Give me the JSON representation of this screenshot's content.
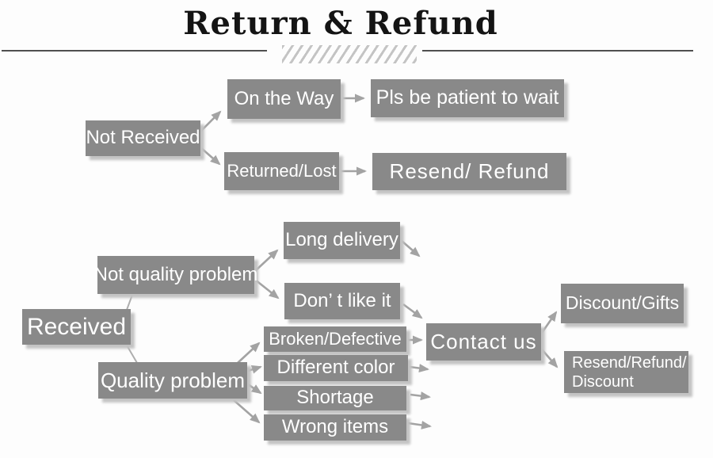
{
  "title": "Return & Refund",
  "colors": {
    "box_fill": "#898989",
    "box_text": "#ffffff",
    "box_shadow": "#c3c3c3",
    "arrow": "#a3a3a3",
    "title_text": "#141414",
    "divider": "#4f4f4f",
    "hatch": "#c4c4c4",
    "background": "#fdfdfd"
  },
  "nodes": {
    "not_received": {
      "label": "Not Received"
    },
    "on_the_way": {
      "label": "On the Way"
    },
    "pls_wait": {
      "label": "Pls be patient to wait"
    },
    "returned_lost": {
      "label": "Returned/Lost"
    },
    "resend_refund": {
      "label": "Resend/ Refund"
    },
    "received": {
      "label": "Received"
    },
    "not_quality": {
      "label": "Not quality problem"
    },
    "quality": {
      "label": "Quality problem"
    },
    "long_delivery": {
      "label": "Long delivery"
    },
    "dont_like": {
      "label": "Don’ t like it"
    },
    "broken": {
      "label": "Broken/Defective"
    },
    "diff_color": {
      "label": "Different color"
    },
    "shortage": {
      "label": "Shortage"
    },
    "wrong_items": {
      "label": "Wrong items"
    },
    "contact_us": {
      "label": "Contact us"
    },
    "discount_gifts": {
      "label": "Discount/Gifts"
    },
    "resend_discount": {
      "lines": [
        "Resend/Refund/",
        "Discount"
      ]
    }
  },
  "edges": [
    {
      "from": "not_received",
      "to": "on_the_way",
      "arrow": true
    },
    {
      "from": "not_received",
      "to": "returned_lost",
      "arrow": true
    },
    {
      "from": "on_the_way",
      "to": "pls_wait",
      "arrow": true
    },
    {
      "from": "returned_lost",
      "to": "resend_refund",
      "arrow": true
    },
    {
      "from": "received",
      "to": "not_quality",
      "arrow": false
    },
    {
      "from": "received",
      "to": "quality",
      "arrow": false
    },
    {
      "from": "not_quality",
      "to": "long_delivery",
      "arrow": true
    },
    {
      "from": "not_quality",
      "to": "dont_like",
      "arrow": true
    },
    {
      "from": "long_delivery",
      "to": "",
      "arrow": true
    },
    {
      "from": "dont_like",
      "to": "contact_us",
      "arrow": true
    },
    {
      "from": "quality",
      "to": "broken",
      "arrow": true
    },
    {
      "from": "quality",
      "to": "diff_color",
      "arrow": true
    },
    {
      "from": "quality",
      "to": "shortage",
      "arrow": true
    },
    {
      "from": "quality",
      "to": "wrong_items",
      "arrow": true
    },
    {
      "from": "broken",
      "to": "contact_us",
      "arrow": true
    },
    {
      "from": "diff_color",
      "to": "",
      "arrow": true
    },
    {
      "from": "shortage",
      "to": "",
      "arrow": true
    },
    {
      "from": "wrong_items",
      "to": "",
      "arrow": true
    },
    {
      "from": "contact_us",
      "to": "discount_gifts",
      "arrow": true
    },
    {
      "from": "contact_us",
      "to": "resend_discount",
      "arrow": true
    }
  ]
}
